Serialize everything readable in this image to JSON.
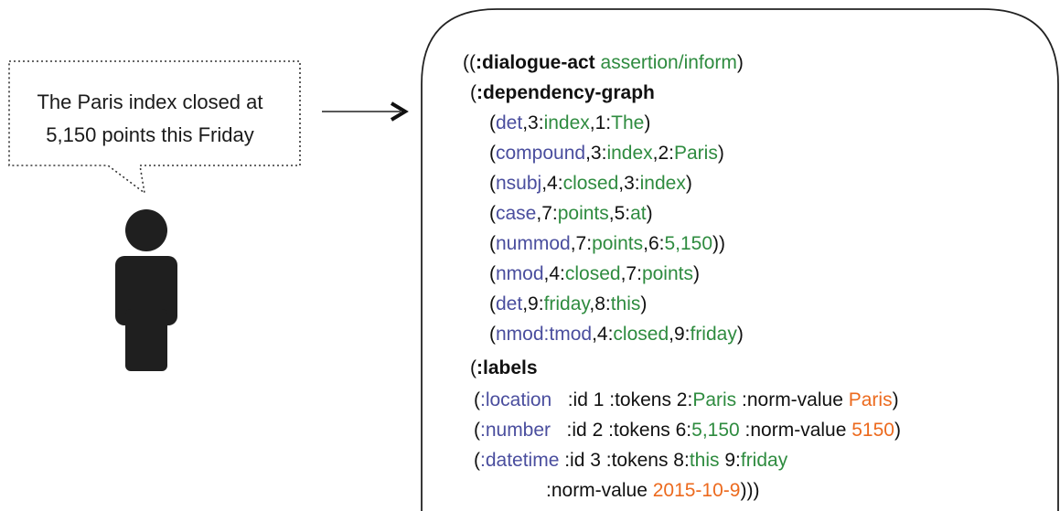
{
  "colors": {
    "text": "#111111",
    "relation": "#4a4e9e",
    "token": "#2e8b3f",
    "value": "#ec6a1e"
  },
  "icons": [
    "speech-bubble-icon",
    "person-icon",
    "arrow-right-icon"
  ],
  "utterance": {
    "line1": "The Paris index closed at",
    "line2": "5,150 points this Friday"
  },
  "code_lines": [
    [
      {
        "t": "((",
        "c": "b"
      },
      {
        "t": ":dialogue-act",
        "c": "bo"
      },
      {
        "t": " assertion/inform",
        "c": "g"
      },
      {
        "t": ")",
        "c": "b"
      }
    ],
    [
      {
        "t": "(",
        "c": "b"
      },
      {
        "t": ":dependency-graph",
        "c": "bo"
      }
    ],
    [
      {
        "t": "(",
        "c": "b"
      },
      {
        "t": "det",
        "c": "p"
      },
      {
        "t": ",3:",
        "c": "b"
      },
      {
        "t": "index",
        "c": "g"
      },
      {
        "t": ",1:",
        "c": "b"
      },
      {
        "t": "The",
        "c": "g"
      },
      {
        "t": ")",
        "c": "b"
      }
    ],
    [
      {
        "t": "(",
        "c": "b"
      },
      {
        "t": "compound",
        "c": "p"
      },
      {
        "t": ",3:",
        "c": "b"
      },
      {
        "t": "index",
        "c": "g"
      },
      {
        "t": ",2:",
        "c": "b"
      },
      {
        "t": "Paris",
        "c": "g"
      },
      {
        "t": ")",
        "c": "b"
      }
    ],
    [
      {
        "t": "(",
        "c": "b"
      },
      {
        "t": "nsubj",
        "c": "p"
      },
      {
        "t": ",4:",
        "c": "b"
      },
      {
        "t": "closed",
        "c": "g"
      },
      {
        "t": ",3:",
        "c": "b"
      },
      {
        "t": "index",
        "c": "g"
      },
      {
        "t": ")",
        "c": "b"
      }
    ],
    [
      {
        "t": "(",
        "c": "b"
      },
      {
        "t": "case",
        "c": "p"
      },
      {
        "t": ",7:",
        "c": "b"
      },
      {
        "t": "points",
        "c": "g"
      },
      {
        "t": ",5:",
        "c": "b"
      },
      {
        "t": "at",
        "c": "g"
      },
      {
        "t": ")",
        "c": "b"
      }
    ],
    [
      {
        "t": "(",
        "c": "b"
      },
      {
        "t": "nummod",
        "c": "p"
      },
      {
        "t": ",7:",
        "c": "b"
      },
      {
        "t": "points",
        "c": "g"
      },
      {
        "t": ",6:",
        "c": "b"
      },
      {
        "t": "5,150",
        "c": "g"
      },
      {
        "t": "))",
        "c": "b"
      }
    ],
    [
      {
        "t": "(",
        "c": "b"
      },
      {
        "t": "nmod",
        "c": "p"
      },
      {
        "t": ",4:",
        "c": "b"
      },
      {
        "t": "closed",
        "c": "g"
      },
      {
        "t": ",7:",
        "c": "b"
      },
      {
        "t": "points",
        "c": "g"
      },
      {
        "t": ")",
        "c": "b"
      }
    ],
    [
      {
        "t": "(",
        "c": "b"
      },
      {
        "t": "det",
        "c": "p"
      },
      {
        "t": ",9:",
        "c": "b"
      },
      {
        "t": "friday",
        "c": "g"
      },
      {
        "t": ",8:",
        "c": "b"
      },
      {
        "t": "this",
        "c": "g"
      },
      {
        "t": ")",
        "c": "b"
      }
    ],
    [
      {
        "t": "(",
        "c": "b"
      },
      {
        "t": "nmod:tmod",
        "c": "p"
      },
      {
        "t": ",4:",
        "c": "b"
      },
      {
        "t": "closed",
        "c": "g"
      },
      {
        "t": ",9:",
        "c": "b"
      },
      {
        "t": "friday",
        "c": "g"
      },
      {
        "t": ")",
        "c": "b"
      }
    ],
    [
      {
        "t": "(",
        "c": "b"
      },
      {
        "t": ":labels",
        "c": "bo"
      }
    ],
    [
      {
        "t": "(",
        "c": "b"
      },
      {
        "t": ":location",
        "c": "p"
      },
      {
        "t": "   :id 1 :tokens 2:",
        "c": "b"
      },
      {
        "t": "Paris",
        "c": "g"
      },
      {
        "t": " :norm-value ",
        "c": "b"
      },
      {
        "t": "Paris",
        "c": "o"
      },
      {
        "t": ")",
        "c": "b"
      }
    ],
    [
      {
        "t": "(",
        "c": "b"
      },
      {
        "t": ":number",
        "c": "p"
      },
      {
        "t": "   :id 2 :tokens 6:",
        "c": "b"
      },
      {
        "t": "5,150",
        "c": "g"
      },
      {
        "t": " :norm-value ",
        "c": "b"
      },
      {
        "t": "5150",
        "c": "o"
      },
      {
        "t": ")",
        "c": "b"
      }
    ],
    [
      {
        "t": "(",
        "c": "b"
      },
      {
        "t": ":datetime",
        "c": "p"
      },
      {
        "t": " :id 3 :tokens 8:",
        "c": "b"
      },
      {
        "t": "this",
        "c": "g"
      },
      {
        "t": " 9:",
        "c": "b"
      },
      {
        "t": "friday",
        "c": "g"
      }
    ],
    [
      {
        "t": ":norm-value ",
        "c": "b"
      },
      {
        "t": "2015-10-9",
        "c": "o"
      },
      {
        "t": ")))",
        "c": "b"
      }
    ]
  ]
}
